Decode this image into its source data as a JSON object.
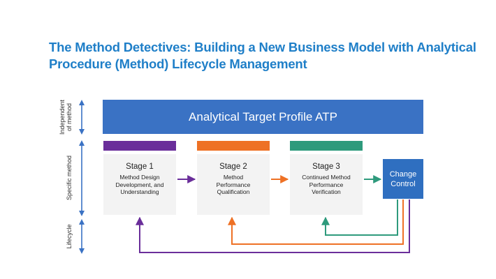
{
  "title_lines": [
    "The Method Detectives: Building a New Business Model with Analytical",
    "Procedure (Method) Lifecycle Management"
  ],
  "side_labels": {
    "independent_line1": "Independent",
    "independent_line2": "of method",
    "specific": "Specific method",
    "lifecycle": "Lifecycle"
  },
  "atp": "Analytical Target Profile ATP",
  "stages": [
    {
      "title": "Stage 1",
      "desc": "Method Design Development, and Understanding",
      "color": "#6a2e9a"
    },
    {
      "title": "Stage 2",
      "desc": "Method Performance Qualification",
      "color": "#ee7125"
    },
    {
      "title": "Stage 3",
      "desc": "Continued Method Performance Verification",
      "color": "#2e9a7c"
    }
  ],
  "change_control": "Change Control",
  "colors": {
    "title": "#1f7fc8",
    "atp": "#3a72c4",
    "change_control": "#2f6fc0",
    "axis_arrow": "#3a72c4"
  }
}
